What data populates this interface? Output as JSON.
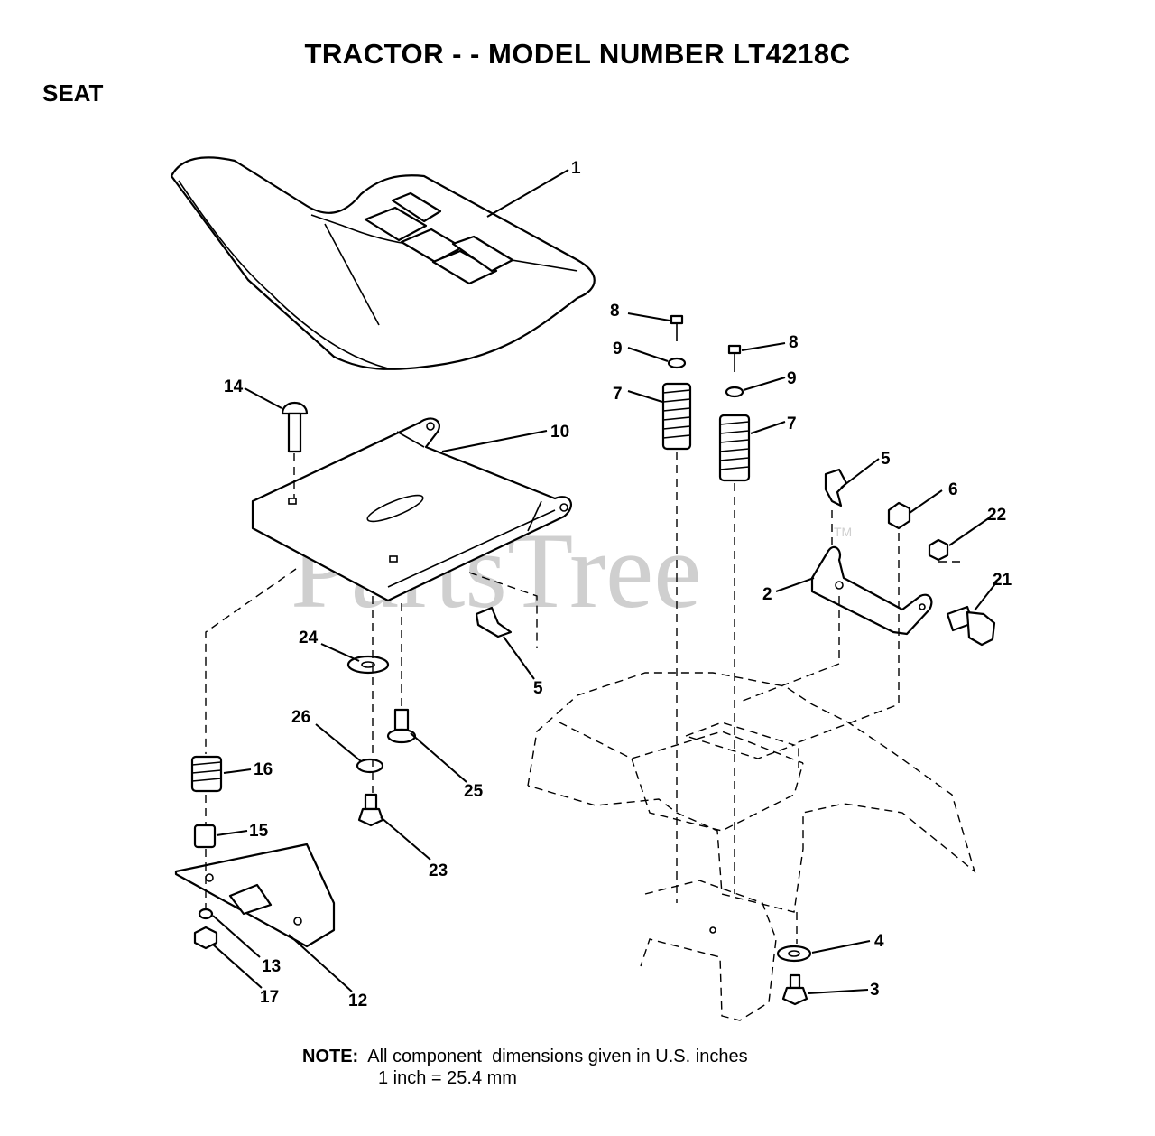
{
  "header": {
    "title": "TRACTOR - - MODEL NUMBER LT4218C",
    "section": "SEAT"
  },
  "watermark": {
    "text": "PartsTree",
    "tm": "TM"
  },
  "callouts": {
    "c1": "1",
    "c2": "2",
    "c3": "3",
    "c4": "4",
    "c5a": "5",
    "c5b": "5",
    "c6": "6",
    "c7a": "7",
    "c7b": "7",
    "c8a": "8",
    "c8b": "8",
    "c9a": "9",
    "c9b": "9",
    "c10": "10",
    "c12": "12",
    "c13": "13",
    "c14": "14",
    "c15": "15",
    "c16": "16",
    "c17": "17",
    "c21": "21",
    "c22": "22",
    "c23": "23",
    "c24": "24",
    "c25": "25",
    "c26": "26"
  },
  "note": {
    "label": "NOTE:",
    "line1": "All component  dimensions given in U.S. inches",
    "line2": "1 inch = 25.4 mm"
  }
}
